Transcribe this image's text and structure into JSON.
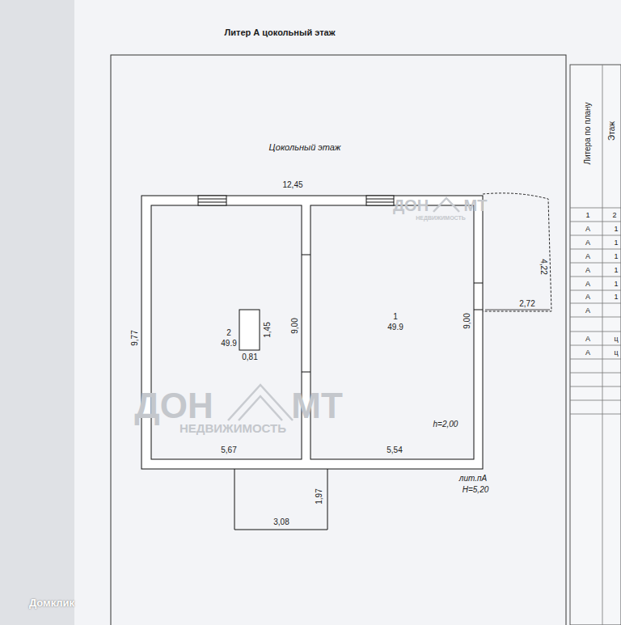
{
  "diagram": {
    "title": "Литер А цокольный этаж",
    "nodes": [
      {
        "text": [
          "2",
          "49.9"
        ]
      },
      {
        "text": [
          "1",
          "49.9"
        ]
      }
    ],
    "labels": [
      "Цокольный этаж",
      "12,45",
      "9,77",
      "1,45",
      "0,81",
      "9,00",
      "9,00",
      "4,22",
      "2,72",
      "h=2,00",
      "5,67",
      "5,54",
      "лит.пА",
      "H=5,20",
      "1,97",
      "3,08",
      "ДОН",
      "МТ",
      "НЕДВИЖИМОСТЬ",
      "ДОН",
      "МТ",
      "НЕДВИЖИМОСТЬ",
      "Домклик",
      "Литера по плану",
      "Этаж",
      "1",
      "2",
      "А",
      "1",
      "А",
      "1",
      "А",
      "1",
      "А",
      "1",
      "А",
      "1",
      "А",
      "1",
      "А",
      "А",
      "ц",
      "А",
      "ц"
    ]
  }
}
